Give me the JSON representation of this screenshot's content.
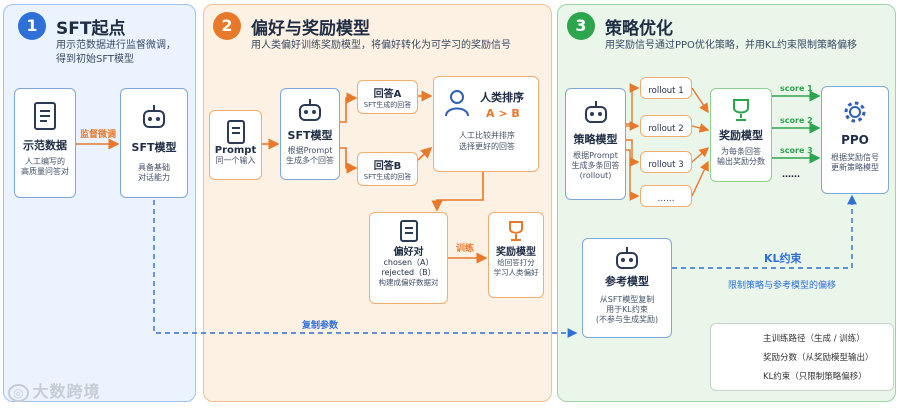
{
  "stage1": {
    "number": "1",
    "title": "SFT起点",
    "subtitle_line1": "用示范数据进行监督微调，",
    "subtitle_line2": "得到初始SFT模型",
    "demo_box": {
      "title": "示范数据",
      "desc_line1": "人工编写的",
      "desc_line2": "高质量问答对"
    },
    "arrow_label": "监督微调",
    "sft_box": {
      "title": "SFT模型",
      "desc_line1": "具备基础",
      "desc_line2": "对话能力"
    }
  },
  "stage2": {
    "number": "2",
    "title": "偏好与奖励模型",
    "subtitle": "用人类偏好训练奖励模型，将偏好转化为可学习的奖励信号",
    "prompt_box": {
      "title": "Prompt",
      "desc": "同一个输入"
    },
    "sft_box": {
      "title": "SFT模型",
      "desc_line1": "根据Prompt",
      "desc_line2": "生成多个回答"
    },
    "answer_a": {
      "title": "回答A",
      "desc": "SFT生成的回答"
    },
    "answer_b": {
      "title": "回答B",
      "desc": "SFT生成的回答"
    },
    "ranking_box": {
      "title": "人类排序",
      "highlight": "A > B",
      "desc_line1": "人工比较并排序",
      "desc_line2": "选择更好的回答"
    },
    "pref_box": {
      "title": "偏好对",
      "line1": "chosen（A）",
      "line2": "rejected（B）",
      "desc": "构建成偏好数据对"
    },
    "train_label": "训练",
    "reward_box": {
      "title": "奖励模型",
      "desc_line1": "给回答打分",
      "desc_line2": "学习人类偏好"
    }
  },
  "stage3": {
    "number": "3",
    "title": "策略优化",
    "subtitle": "用奖励信号通过PPO优化策略，并用KL约束限制策略偏移",
    "policy_box": {
      "title": "策略模型",
      "desc_line1": "根据Prompt",
      "desc_line2": "生成多条回答",
      "desc_line3": "(rollout)"
    },
    "rollouts": [
      "rollout 1",
      "rollout 2",
      "rollout 3",
      "……"
    ],
    "reward_box": {
      "title": "奖励模型",
      "desc_line1": "为每条回答",
      "desc_line2": "输出奖励分数"
    },
    "scores": [
      "score 1",
      "score 2",
      "score 3",
      "……"
    ],
    "ppo_box": {
      "title": "PPO",
      "desc_line1": "根据奖励信号",
      "desc_line2": "更新策略模型"
    },
    "ref_box": {
      "title": "参考模型",
      "desc_line1": "从SFT模型复制",
      "desc_line2": "用于KL约束",
      "desc_line3": "(不参与生成奖励)"
    },
    "kl_label": "KL约束",
    "kl_desc": "限制策略与参考模型的偏移"
  },
  "copy_label": "复制参数",
  "legend": {
    "items": [
      "主训练路径（生成 / 训练）",
      "奖励分数（从奖励模型输出）",
      "KL约束（只限制策略偏移）"
    ]
  },
  "watermark": "大数跨境",
  "colors": {
    "blue": "#2f6fd8",
    "orange": "#e8782a",
    "green": "#2da44e"
  }
}
